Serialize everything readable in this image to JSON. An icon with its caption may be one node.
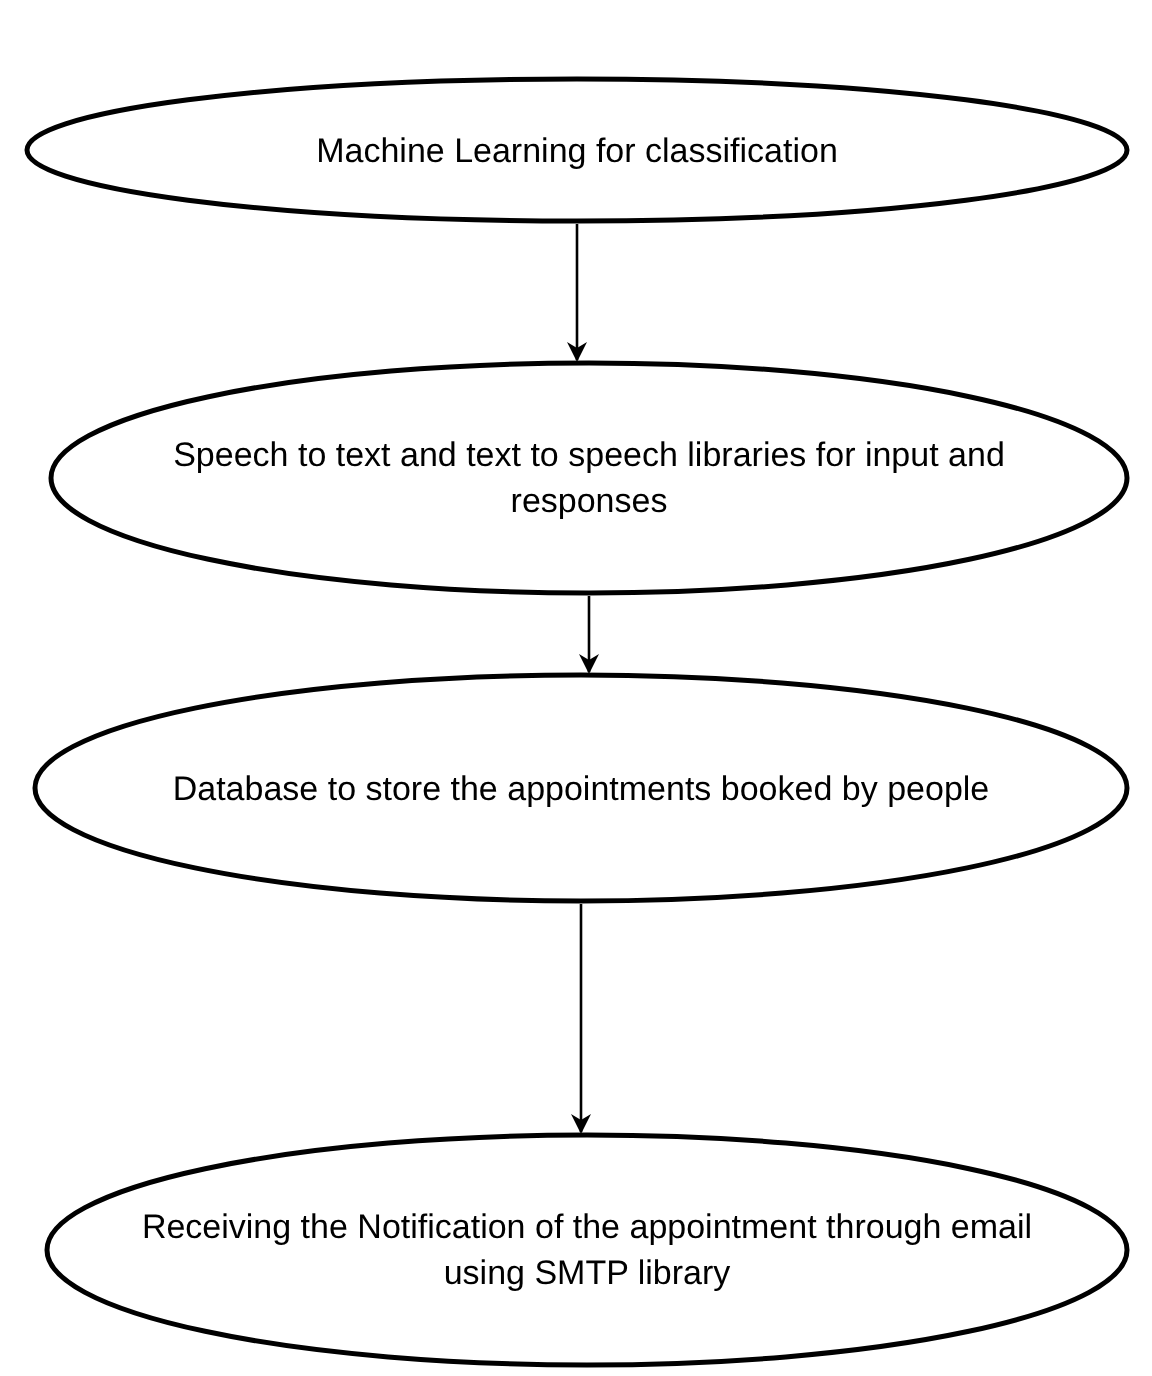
{
  "diagram": {
    "nodes": [
      {
        "text": [
          "Machine Learning for classification"
        ]
      },
      {
        "text": [
          "Speech to text and text to speech libraries for input and responses"
        ]
      },
      {
        "text": [
          "Database to store the appointments booked by people"
        ]
      },
      {
        "text": [
          "Receiving the Notification of the appointment through email using SMTP library"
        ]
      }
    ],
    "edges": [
      {
        "from": 0,
        "to": 1,
        "arrow": "to"
      },
      {
        "from": 1,
        "to": 2,
        "arrow": "to"
      },
      {
        "from": 2,
        "to": 3,
        "arrow": "to"
      }
    ]
  }
}
